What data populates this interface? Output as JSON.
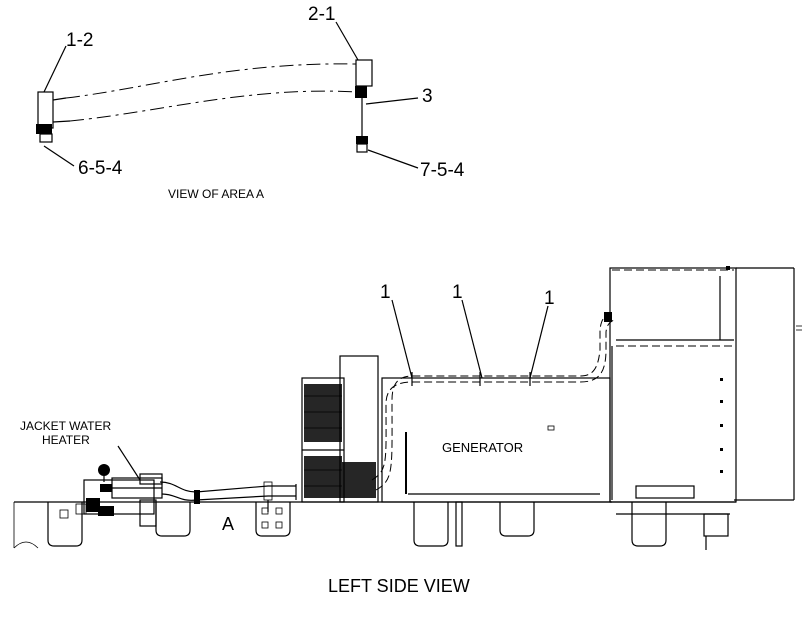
{
  "detail_view": {
    "callouts": {
      "c1_2": "1-2",
      "c2_1": "2-1",
      "c3": "3",
      "c6_5_4": "6-5-4",
      "c7_5_4": "7-5-4"
    },
    "caption": "VIEW OF AREA  A"
  },
  "main_view": {
    "callouts": {
      "hose_left": "1",
      "hose_mid": "1",
      "hose_right": "1"
    },
    "heater_label_line1": "JACKET WATER",
    "heater_label_line2": "HEATER",
    "generator_label": "GENERATOR",
    "area_marker": "A",
    "caption": "LEFT SIDE VIEW"
  }
}
